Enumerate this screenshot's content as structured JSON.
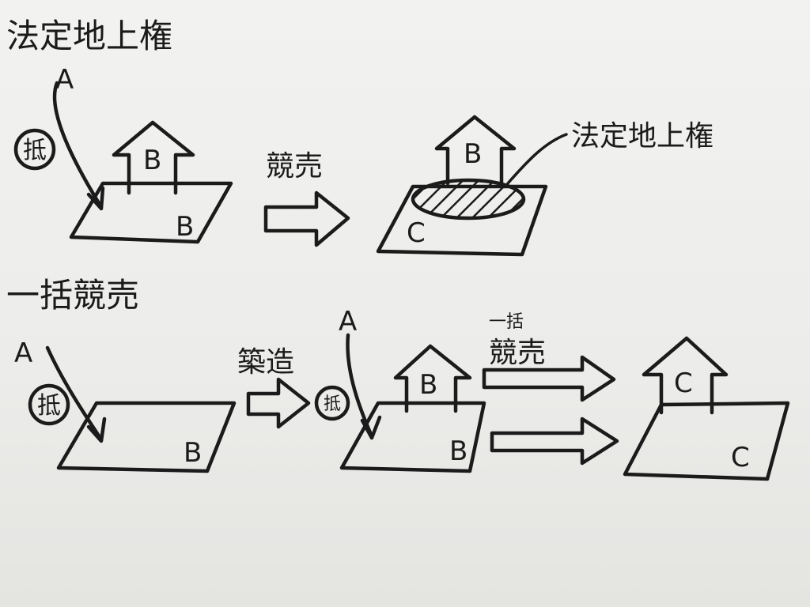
{
  "section1": {
    "title": "法定地上権",
    "owner_a": "A",
    "mortgage_mark": "抵",
    "house_label": "B",
    "land_label": "B",
    "arrow_label": "競売",
    "result_house_label": "B",
    "result_land_label": "C",
    "annotation": "法定地上権"
  },
  "section2": {
    "title": "一括競売",
    "owner_a": "A",
    "mortgage_mark": "抵",
    "land_label": "B",
    "arrow1_label": "築造",
    "owner_a2": "A",
    "mortgage_mark2": "抵",
    "house_label": "B",
    "land_label2": "B",
    "arrow2_label_line1": "一括",
    "arrow2_label_line2": "競売",
    "result_house_label": "C",
    "result_land_label": "C"
  },
  "colors": {
    "ink": "#1b1b1b",
    "paper": "#f2f2f0"
  }
}
